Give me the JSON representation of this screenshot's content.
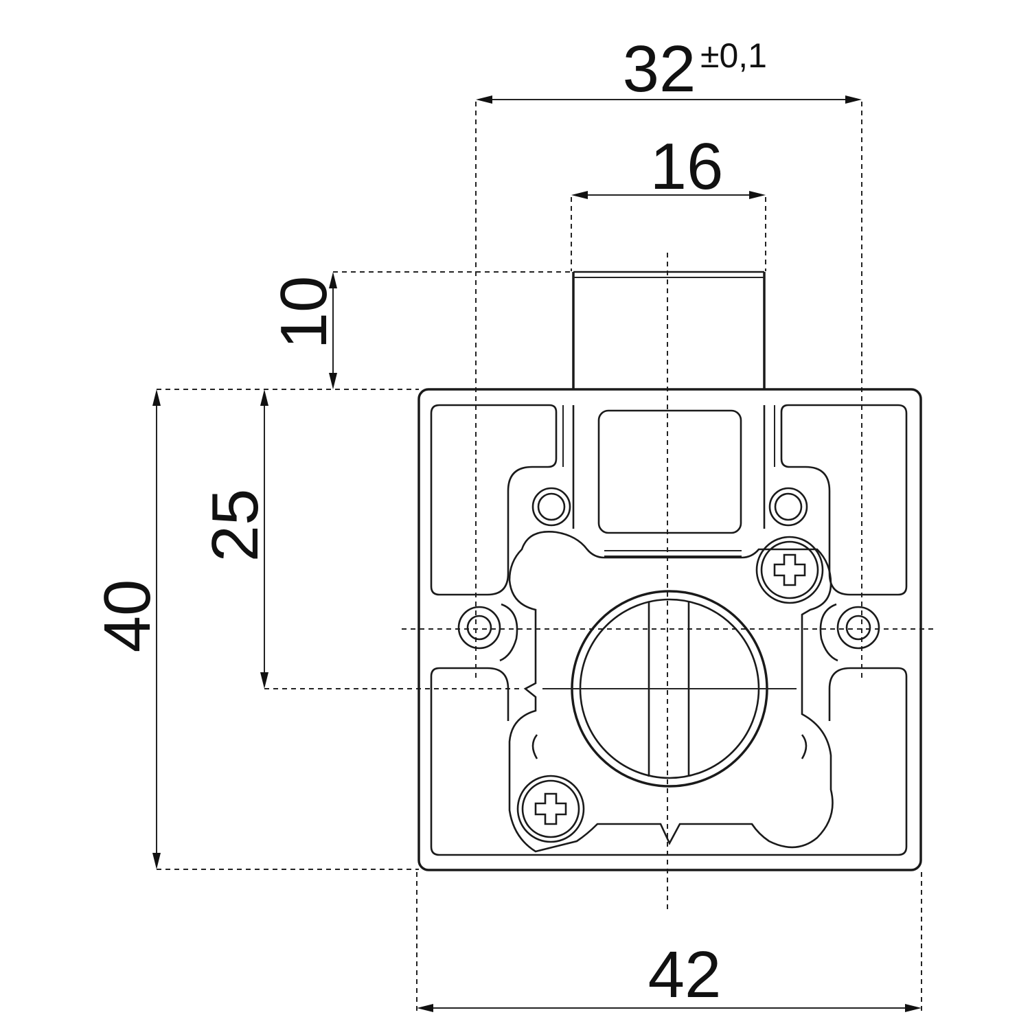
{
  "dimensions": {
    "overall_width": "42",
    "hole_spacing": "32",
    "hole_spacing_tolerance": "±0,1",
    "bolt_width": "16",
    "bolt_projection": "10",
    "axis_offset": "25",
    "overall_height": "40"
  },
  "colors": {
    "line": "#1a1a1a",
    "background": "#ffffff"
  }
}
